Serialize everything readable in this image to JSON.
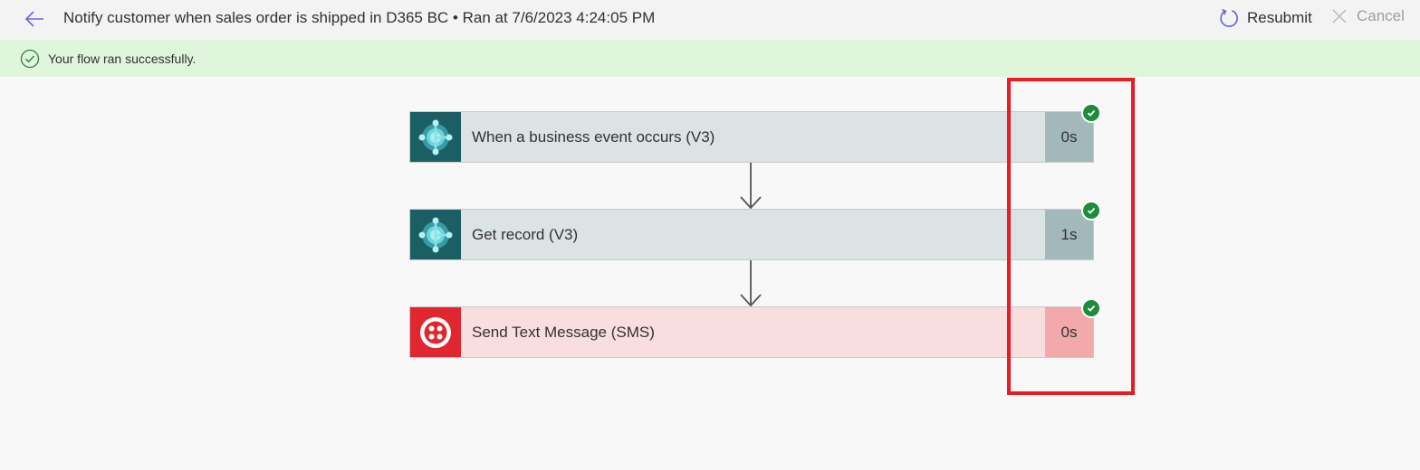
{
  "header": {
    "back_icon": "arrow-left-icon",
    "title": "Notify customer when sales order is shipped in D365 BC • Ran at 7/6/2023 4:24:05 PM",
    "resubmit_label": "Resubmit",
    "resubmit_icon": "refresh-icon",
    "cancel_label": "Cancel",
    "cancel_icon": "close-icon"
  },
  "banner": {
    "icon": "success-check-circle-icon",
    "message": "Your flow ran successfully."
  },
  "steps": [
    {
      "label": "When a business event occurs (V3)",
      "duration": "0s",
      "connector": "Dynamics 365 Business Central",
      "icon": "business-central-icon",
      "status": "succeeded",
      "color": "#1b5e63"
    },
    {
      "label": "Get record (V3)",
      "duration": "1s",
      "connector": "Dynamics 365 Business Central",
      "icon": "business-central-icon",
      "status": "succeeded",
      "color": "#1b5e63"
    },
    {
      "label": "Send Text Message (SMS)",
      "duration": "0s",
      "connector": "Twilio",
      "icon": "twilio-icon",
      "status": "succeeded",
      "color": "#e0272f"
    }
  ],
  "colors": {
    "success": "#1e8c3c",
    "banner_bg": "#dff6dd",
    "highlight": "#e81c24",
    "accent": "#6b69d6"
  }
}
